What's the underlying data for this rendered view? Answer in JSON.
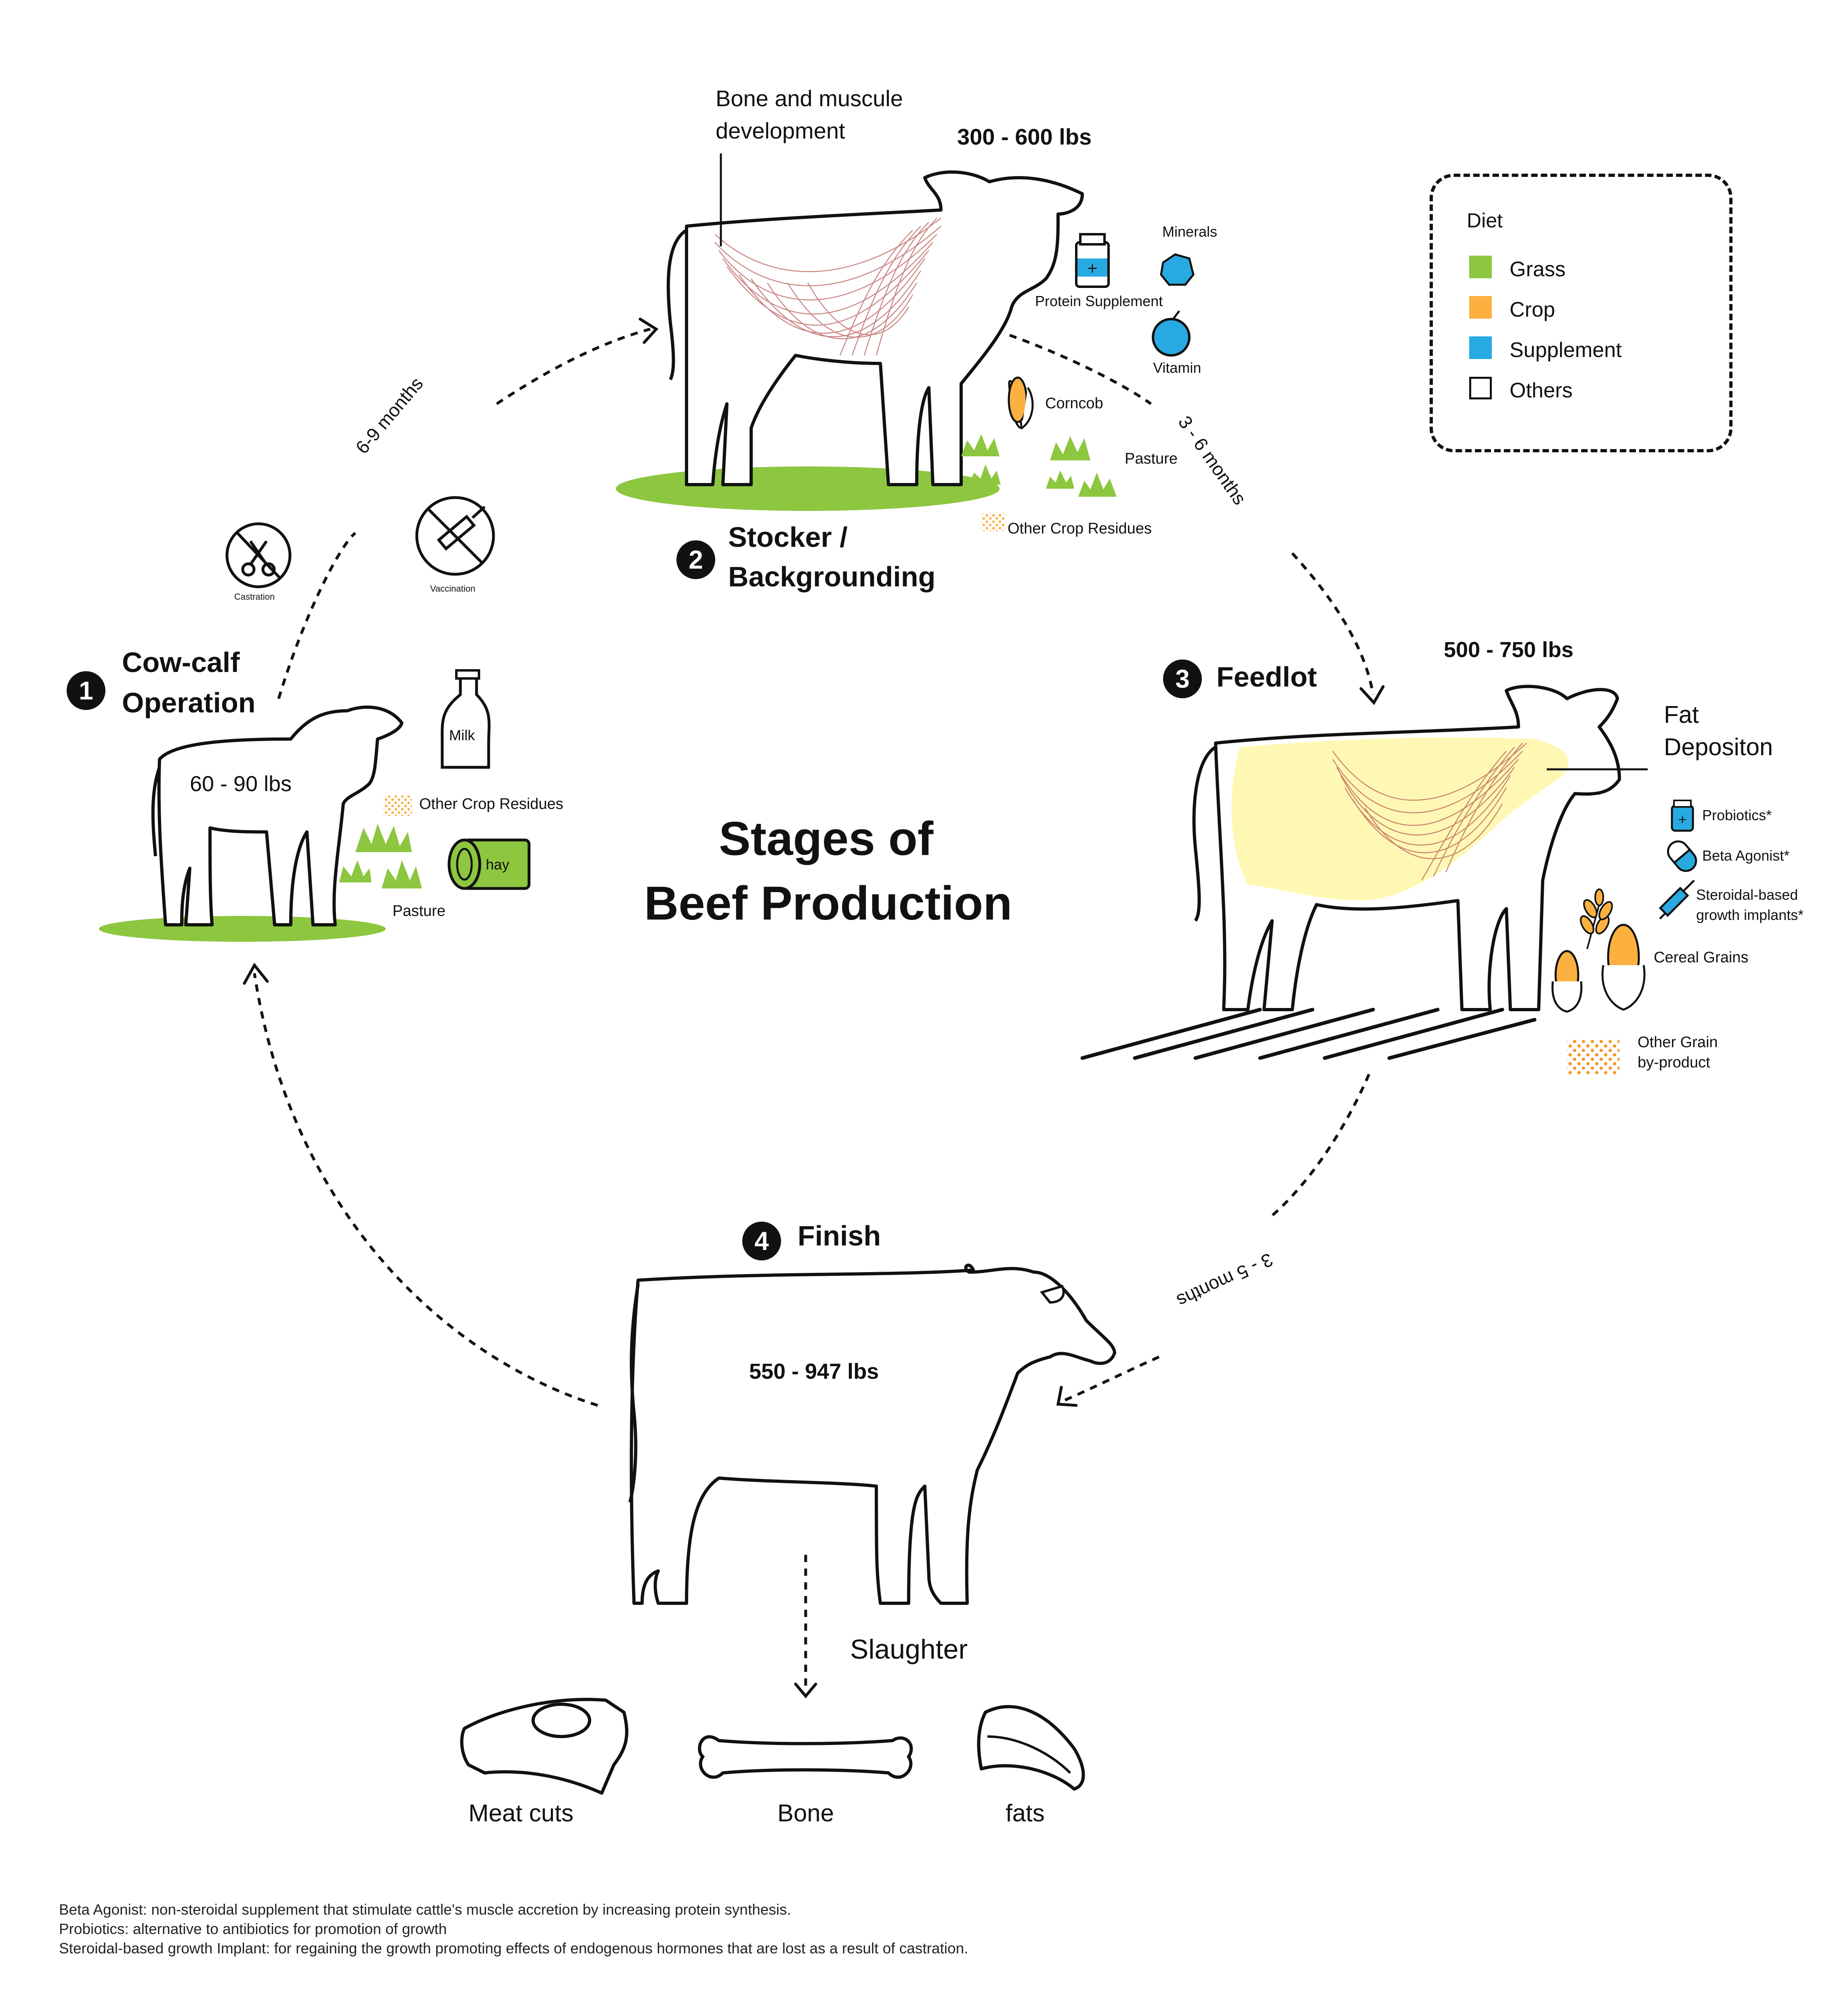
{
  "title_line1": "Stages of",
  "title_line2": "Beef Production",
  "legend": {
    "title": "Diet",
    "items": [
      {
        "label": "Grass",
        "color": "#8dc63f"
      },
      {
        "label": "Crop",
        "color": "#fbb040"
      },
      {
        "label": "Supplement",
        "color": "#27aae1"
      },
      {
        "label": "Others",
        "color": "#ffffff"
      }
    ]
  },
  "stage1": {
    "number": "1",
    "name_line1": "Cow-calf",
    "name_line2": "Operation",
    "weight": "60 - 90 lbs",
    "diet": {
      "milk": "Milk",
      "crop_residues": "Other Crop Residues",
      "pasture": "Pasture",
      "hay": "hay"
    }
  },
  "stage2": {
    "number": "2",
    "name_line1": "Stocker /",
    "name_line2": "Backgrounding",
    "weight": "300 - 600 lbs",
    "annotation_line1": "Bone and muscule",
    "annotation_line2": "development",
    "diet": {
      "minerals": "Minerals",
      "protein": "Protein Supplement",
      "vitamin": "Vitamin",
      "corncob": "Corncob",
      "pasture": "Pasture",
      "crop_residues": "Other Crop Residues"
    }
  },
  "stage3": {
    "number": "3",
    "name": "Feedlot",
    "weight": "500 - 750 lbs",
    "annotation_line1": "Fat",
    "annotation_line2": "Depositon",
    "diet": {
      "probiotics": "Probiotics*",
      "beta_agonist": "Beta Agonist*",
      "implants_line1": "Steroidal-based",
      "implants_line2": "growth implants*",
      "cereal": "Cereal Grains",
      "grain_line1": "Other Grain",
      "grain_line2": "by-product"
    }
  },
  "stage4": {
    "number": "4",
    "name": "Finish",
    "weight": "550 - 947 lbs"
  },
  "transitions": {
    "t12": "6-9 months",
    "t23": "3 - 6 months",
    "t34": "3 - 5 months"
  },
  "procedures": {
    "castration": "Castration",
    "vaccination": "Vaccination"
  },
  "slaughter": {
    "label": "Slaughter",
    "products": [
      "Meat cuts",
      "Bone",
      "fats"
    ]
  },
  "footnotes": [
    "Beta Agonist: non-steroidal supplement that stimulate cattle's muscle accretion by increasing protein synthesis.",
    "Probiotics: alternative to antibiotics for promotion of growth",
    "Steroidal-based growth Implant: for regaining the growth promoting effects of endogenous hormones that are lost as a result of castration."
  ]
}
